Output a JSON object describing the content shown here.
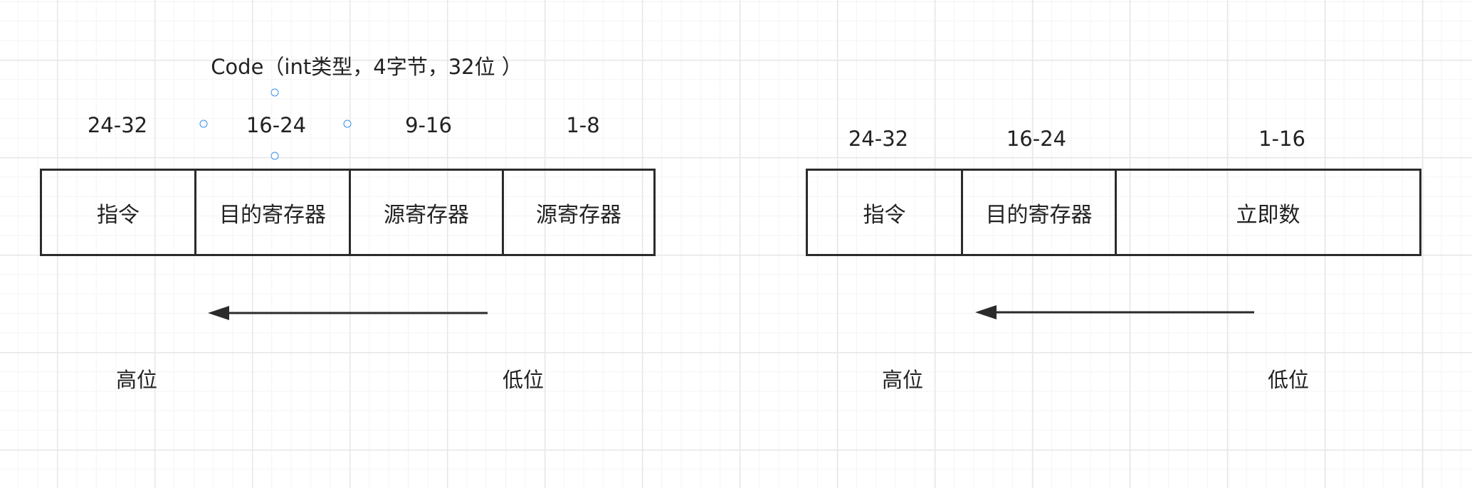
{
  "title": "Code（int类型，4字节，32位 ）",
  "left": {
    "bit_labels": [
      "24-32",
      "16-24",
      "9-16",
      "1-8"
    ],
    "fields": [
      "指令",
      "目的寄存器",
      "源寄存器",
      "源寄存器"
    ],
    "high_label": "高位",
    "low_label": "低位"
  },
  "right": {
    "bit_labels": [
      "24-32",
      "16-24",
      "1-16"
    ],
    "fields": [
      "指令",
      "目的寄存器",
      "立即数"
    ],
    "high_label": "高位",
    "low_label": "低位"
  },
  "colors": {
    "stroke": "#2b2b2b",
    "selection_handle": "#3b8ee8",
    "grid": "#e7e7e7"
  }
}
